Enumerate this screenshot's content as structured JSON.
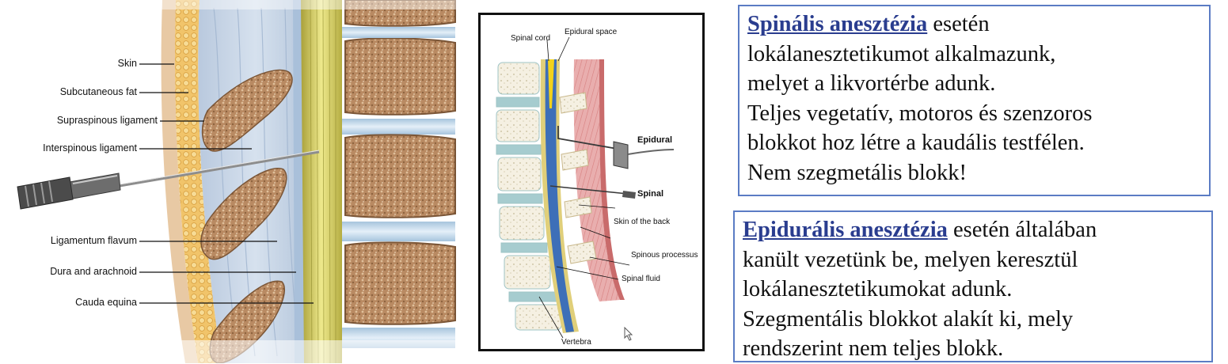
{
  "left_figure": {
    "labels": {
      "skin": "Skin",
      "subcutaneous_fat": "Subcutaneous fat",
      "supraspinous_ligament": "Supraspinous ligament",
      "interspinous_ligament": "Interspinous ligament",
      "ligamentum_flavum": "Ligamentum flavum",
      "dura_and_arachnoid": "Dura and arachnoid",
      "cauda_equina": "Cauda equina"
    }
  },
  "middle_figure": {
    "labels": {
      "spinal_cord": "Spinal cord",
      "epidural_space": "Epidural space",
      "epidural": "Epidural",
      "spinal": "Spinal",
      "skin_of_back": "Skin of the back",
      "spinous_process": "Spinous processus",
      "spinal_fluid": "Spinal fluid",
      "vertebra": "Vertebra"
    }
  },
  "box_spinal": {
    "term": "Spinális anesztézia",
    "line1_rest": " esetén",
    "line2": "lokálanesztetikumot alkalmazunk,",
    "line3": "melyet a likvortérbe adunk.",
    "line4": "Teljes vegetatív, motoros és szenzoros",
    "line5": "blokkot hoz létre a kaudális testfélen.",
    "line6": "Nem szegmetális blokk!"
  },
  "box_epidural": {
    "term": "Epidurális anesztézia",
    "line1_rest": " esetén általában",
    "line2": "kanült vezetünk be, melyen keresztül",
    "line3": "lokálanesztetikumokat adunk.",
    "line4": "Szegmentális blokkot alakít ki, mely",
    "line5": "rendszerint nem teljes blokk."
  },
  "colors": {
    "frame_blue": "#5b7cc4",
    "term_blue": "#2a3d8f",
    "fat": "#e9b35a",
    "bone": "#c99a6e",
    "disc": "#bcd6ea",
    "dura": "#d6cc52",
    "csf_blue": "#3d6fb8",
    "muscle": "#e3a0a0"
  }
}
